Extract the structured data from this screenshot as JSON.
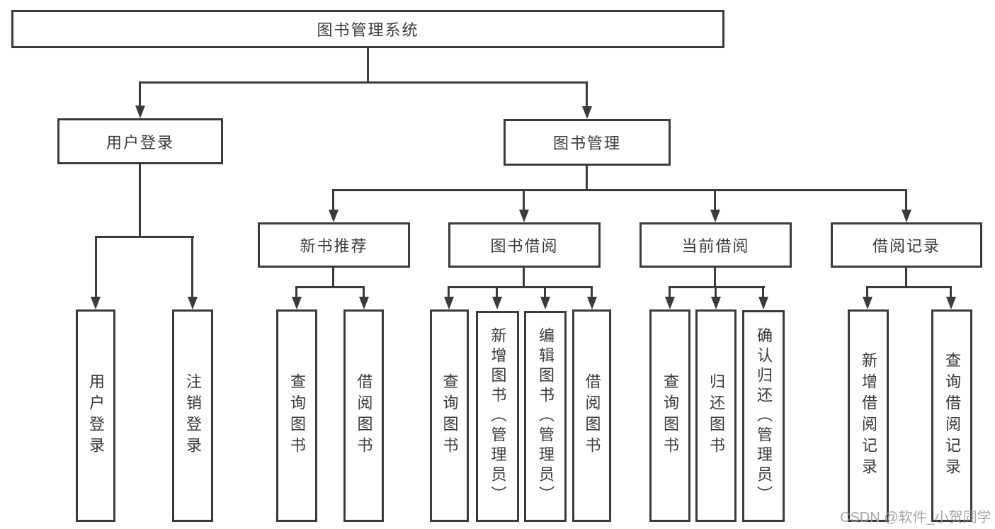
{
  "diagram": {
    "root": {
      "label": "图书管理系统"
    },
    "level2": {
      "user_login": {
        "label": "用户登录"
      },
      "book_mgmt": {
        "label": "图书管理"
      }
    },
    "level3": {
      "new_book_recommend": {
        "label": "新书推荐"
      },
      "book_borrow": {
        "label": "图书借阅"
      },
      "current_borrow": {
        "label": "当前借阅"
      },
      "borrow_records": {
        "label": "借阅记录"
      }
    },
    "leaves": {
      "login": "用户登录",
      "logout": "注销登录",
      "nb_query_books": "查询图书",
      "nb_borrow_books": "借阅图书",
      "bb_query_books": "查询图书",
      "bb_add_books": "新增图书（管理员）",
      "bb_edit_books": "编辑图书（管理员）",
      "bb_borrow_books": "借阅图书",
      "cb_query_books": "查询图书",
      "cb_return_books": "归还图书",
      "cb_confirm_return": "确认归还（管理员）",
      "rec_add_record": "新增借阅记录",
      "rec_query_record": "查询借阅记录"
    },
    "watermark": "CSDN @软件_小贺同学",
    "colors": {
      "line": "#3b3b3b",
      "text": "#3a3a3a",
      "background": "#ffffff",
      "watermark": "#9e9e9e"
    }
  }
}
